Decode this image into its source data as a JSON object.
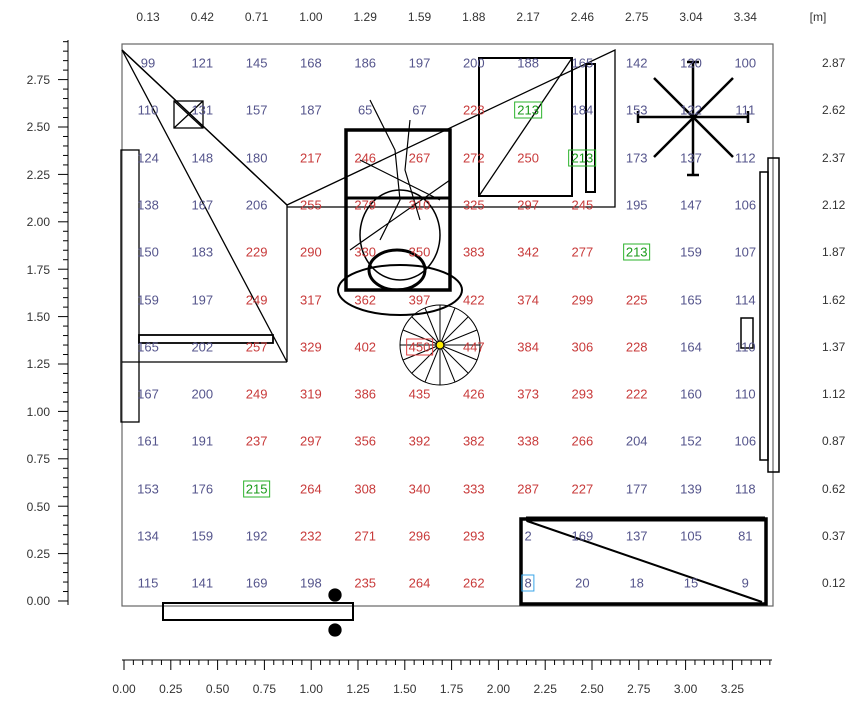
{
  "units_label": "[m]",
  "top_axis": [
    "0.13",
    "0.42",
    "0.71",
    "1.00",
    "1.29",
    "1.59",
    "1.88",
    "2.17",
    "2.46",
    "2.75",
    "3.04",
    "3.34"
  ],
  "right_axis": [
    "2.87",
    "2.62",
    "2.37",
    "2.12",
    "1.87",
    "1.62",
    "1.37",
    "1.12",
    "0.87",
    "0.62",
    "0.37",
    "0.12"
  ],
  "left_axis": [
    "2.75",
    "2.50",
    "2.25",
    "2.00",
    "1.75",
    "1.50",
    "1.25",
    "1.00",
    "0.75",
    "0.50",
    "0.25",
    "0.00"
  ],
  "bottom_axis": [
    "0.00",
    "0.25",
    "0.50",
    "0.75",
    "1.00",
    "1.25",
    "1.50",
    "1.75",
    "2.00",
    "2.25",
    "2.50",
    "2.75",
    "3.00",
    "3.25"
  ],
  "illuminance_grid": [
    [
      "99",
      "121",
      "145",
      "168",
      "186",
      "197",
      "200",
      "188",
      "165",
      "142",
      "120",
      "100"
    ],
    [
      "110",
      "131",
      "157",
      "187",
      "65",
      "67",
      "228",
      "213",
      "184",
      "153",
      "122",
      "111"
    ],
    [
      "124",
      "148",
      "180",
      "217",
      "246",
      "267",
      "272",
      "250",
      "213",
      "173",
      "137",
      "112"
    ],
    [
      "138",
      "167",
      "206",
      "255",
      "279",
      "310",
      "325",
      "297",
      "245",
      "195",
      "147",
      "106"
    ],
    [
      "150",
      "183",
      "229",
      "290",
      "330",
      "350",
      "383",
      "342",
      "277",
      "213",
      "159",
      "107"
    ],
    [
      "159",
      "197",
      "249",
      "317",
      "362",
      "397",
      "422",
      "374",
      "299",
      "225",
      "165",
      "114"
    ],
    [
      "165",
      "202",
      "257",
      "329",
      "402",
      "450",
      "447",
      "384",
      "306",
      "228",
      "164",
      "110"
    ],
    [
      "167",
      "200",
      "249",
      "319",
      "386",
      "435",
      "426",
      "373",
      "293",
      "222",
      "160",
      "110"
    ],
    [
      "161",
      "191",
      "237",
      "297",
      "356",
      "392",
      "382",
      "338",
      "266",
      "204",
      "152",
      "106"
    ],
    [
      "153",
      "176",
      "215",
      "264",
      "308",
      "340",
      "333",
      "287",
      "227",
      "177",
      "139",
      "118"
    ],
    [
      "134",
      "159",
      "192",
      "232",
      "271",
      "296",
      "293",
      "2",
      "169",
      "137",
      "105",
      "81"
    ],
    [
      "115",
      "141",
      "169",
      "198",
      "235",
      "264",
      "262",
      "8",
      "20",
      "18",
      "15",
      "9"
    ]
  ],
  "threshold": 210,
  "highlights": [
    {
      "row": 1,
      "col": 7,
      "type": "green"
    },
    {
      "row": 2,
      "col": 8,
      "type": "green"
    },
    {
      "row": 4,
      "col": 9,
      "type": "green"
    },
    {
      "row": 9,
      "col": 2,
      "type": "green"
    },
    {
      "row": 6,
      "col": 5,
      "type": "red"
    },
    {
      "row": 11,
      "col": 7,
      "type": "blue"
    }
  ],
  "colors": {
    "low": "#55558c",
    "high": "#c83a3a",
    "min_box": "#3aa6e8",
    "max_box": "#e04040",
    "ref_box": "#2bb32b",
    "luminaire": "#ffee00"
  }
}
